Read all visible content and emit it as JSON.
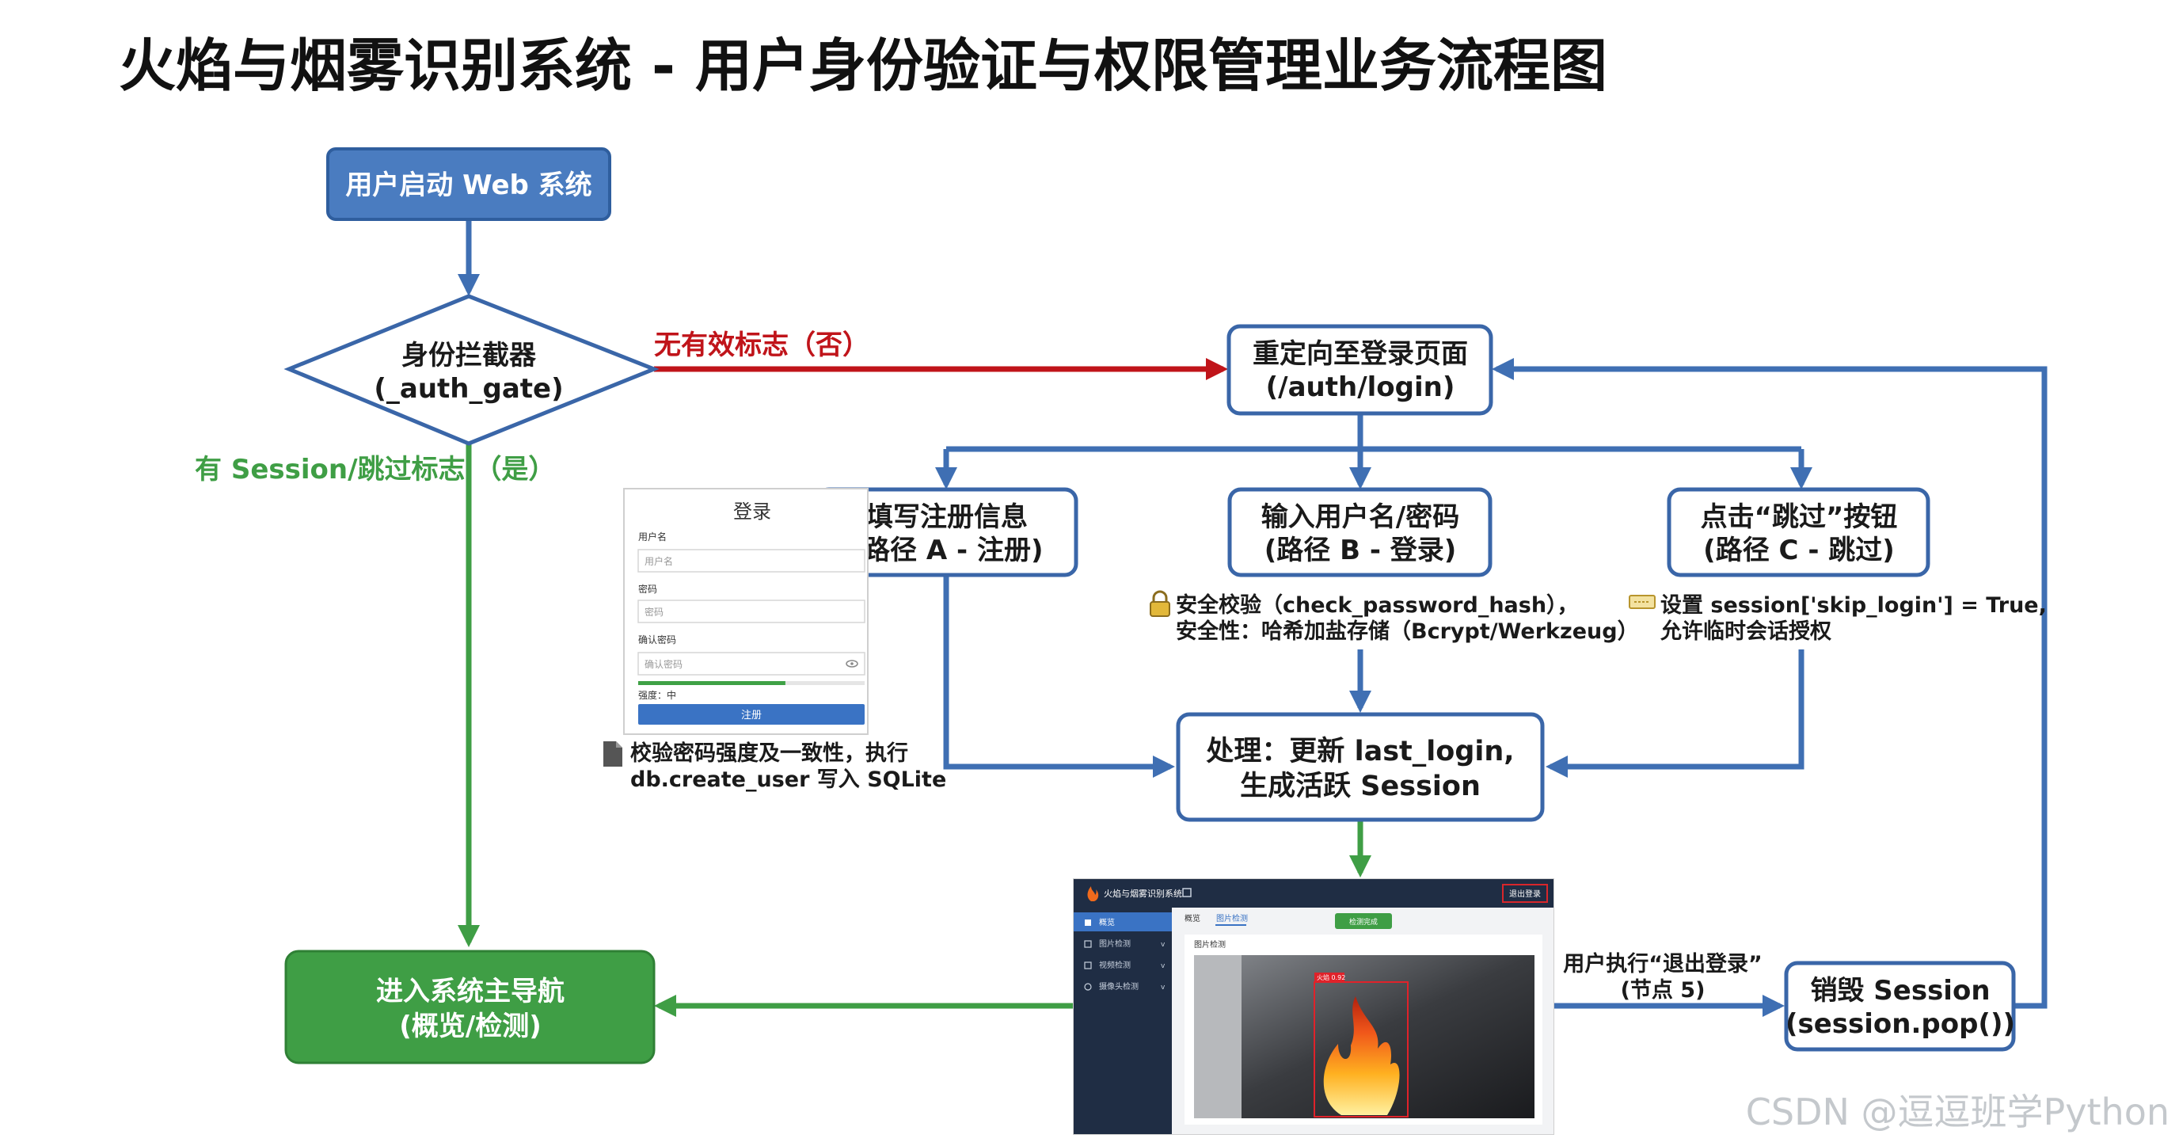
{
  "title": "火焰与烟雾识别系统 - 用户身份验证与权限管理业务流程图",
  "colors": {
    "blue": "#3f6fb3",
    "blue_fill": "#4a7cc0",
    "red": "#c0141a",
    "green": "#3f9e45",
    "dark_text": "#1a1a1a",
    "box_border": "#3a66a8"
  },
  "nodes": {
    "start": "用户启动 Web 系统",
    "gate": {
      "line1": "身份拦截器",
      "line2": "(_auth_gate)"
    },
    "redirect": {
      "line1": "重定向至登录页面",
      "line2": "(/auth/login)"
    },
    "register": {
      "line1": "填写注册信息",
      "line2": "(路径 A - 注册)"
    },
    "login": {
      "line1": "输入用户名/密码",
      "line2": "(路径 B - 登录)"
    },
    "skip": {
      "line1": "点击“跳过”按钮",
      "line2": "(路径 C - 跳过)"
    },
    "process": {
      "line1": "处理：更新 last_login,",
      "line2": "生成活跃 Session"
    },
    "main_nav": {
      "line1": "进入系统主导航",
      "line2": "(概览/检测)"
    },
    "destroy": {
      "line1": "销毁 Session",
      "line2": "(session.pop())"
    }
  },
  "edge_labels": {
    "no_flag": "无有效标志（否）",
    "has_session": "有 Session/跳过标志 （是）",
    "logout_line1": "用户执行“退出登录”",
    "logout_line2": "(节点 5)"
  },
  "notes": {
    "login_line1": "安全校验（check_password_hash），",
    "login_line2": "安全性：哈希加盐存储（Bcrypt/Werkzeug）",
    "skip_line1": "设置 session['skip_login'] = True,",
    "skip_line2": "允许临时会话授权",
    "register_line1": "校验密码强度及一致性，执行",
    "register_line2": "db.create_user 写入 SQLite"
  },
  "register_form": {
    "title": "登录",
    "username_label": "用户名",
    "username_placeholder": "用户名",
    "password_label": "密码",
    "password_placeholder": "密码",
    "confirm_label": "确认密码",
    "confirm_placeholder": "确认密码",
    "strength_label": "强度：中",
    "strength_fraction": 0.65,
    "submit": "注册"
  },
  "app_screenshot": {
    "app_title": "火焰与烟雾识别系统",
    "logout": "退出登录",
    "menu": [
      "概览",
      "图片检测",
      "视频检测",
      "摄像头检测"
    ],
    "tabs": [
      "概览",
      "图片检测"
    ],
    "badge": "检测完成",
    "section": "图片检测",
    "box_label": "火焰 0.92"
  },
  "watermark": "CSDN @逗逗班学Python"
}
